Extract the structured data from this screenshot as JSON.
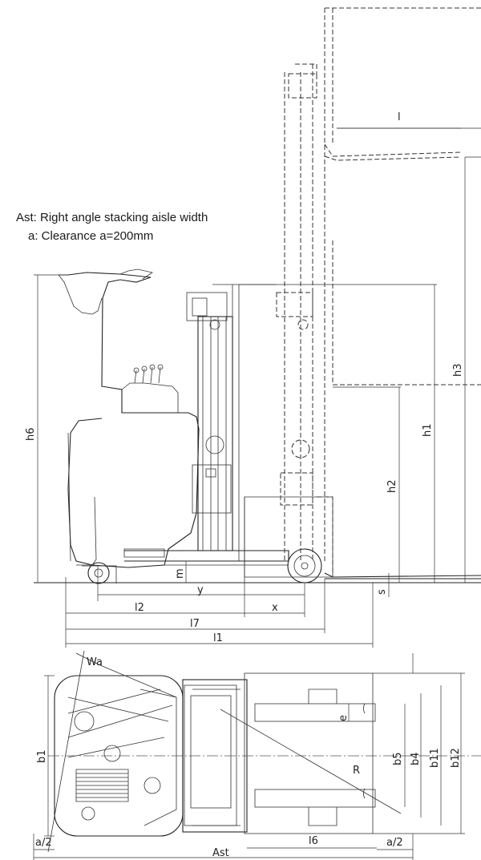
{
  "notes": {
    "ast_line": "Ast:  Right angle stacking aisle width",
    "clearance_line": "a: Clearance   a=200mm"
  },
  "labels": {
    "l": "l",
    "h3": "h3",
    "h1": "h1",
    "h2": "h2",
    "h6": "h6",
    "m": "m",
    "y": "y",
    "x": "x",
    "s": "s",
    "l2": "l2",
    "l7": "l7",
    "l1": "l1",
    "wa": "Wa",
    "e": "e",
    "b1": "b1",
    "b5": "b5",
    "b4": "b4",
    "b11": "b11",
    "b12": "b12",
    "r": "R",
    "a2_left": "a/2",
    "a2_right": "a/2",
    "l6": "l6",
    "ast": "Ast"
  }
}
